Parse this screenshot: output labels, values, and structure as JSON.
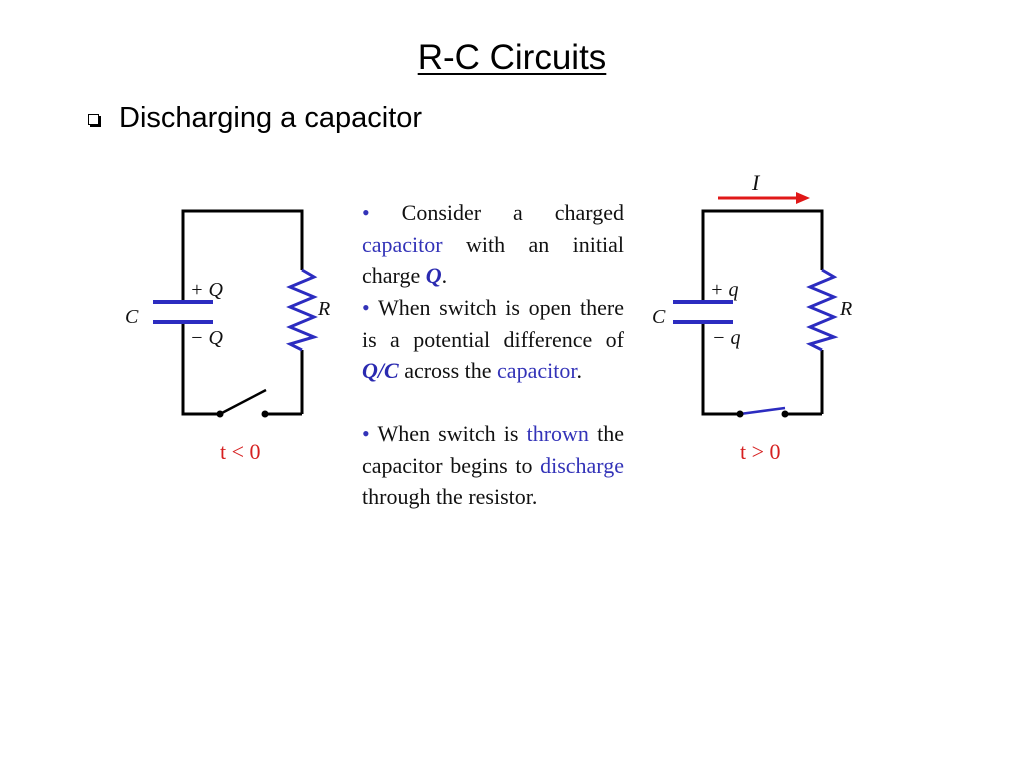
{
  "slide": {
    "title": "R-C Circuits",
    "bullet": "Discharging a capacitor"
  },
  "left_circuit": {
    "cap_label": "C",
    "plus_label": "+ Q",
    "minus_label": "− Q",
    "res_label": "R",
    "time_label": "t < 0"
  },
  "right_circuit": {
    "current_label": "I",
    "cap_label": "C",
    "plus_label": "+ q",
    "minus_label": "− q",
    "res_label": "R",
    "time_label": "t > 0"
  },
  "text": {
    "p1": {
      "bullet": "•",
      "t1": "Consider a charged",
      "w1": "capacitor",
      "t2": "with an initial charge",
      "q": "Q",
      "t3": "."
    },
    "p2": {
      "bullet": "•",
      "t1": "When switch is open there is a potential difference of",
      "qc": "Q/C",
      "t2": "across the",
      "w1": "capacitor",
      "t3": "."
    },
    "p3": {
      "bullet": "•",
      "t1": "When switch is",
      "w1": "thrown",
      "t2": "the capacitor begins to",
      "w2": "discharge",
      "t3": "through the resistor."
    }
  },
  "colors": {
    "capacitor": "#2c2cc0",
    "wire": "#000000",
    "time_label": "#d62020",
    "arrow": "#e01818",
    "highlight": "#3333b8"
  }
}
